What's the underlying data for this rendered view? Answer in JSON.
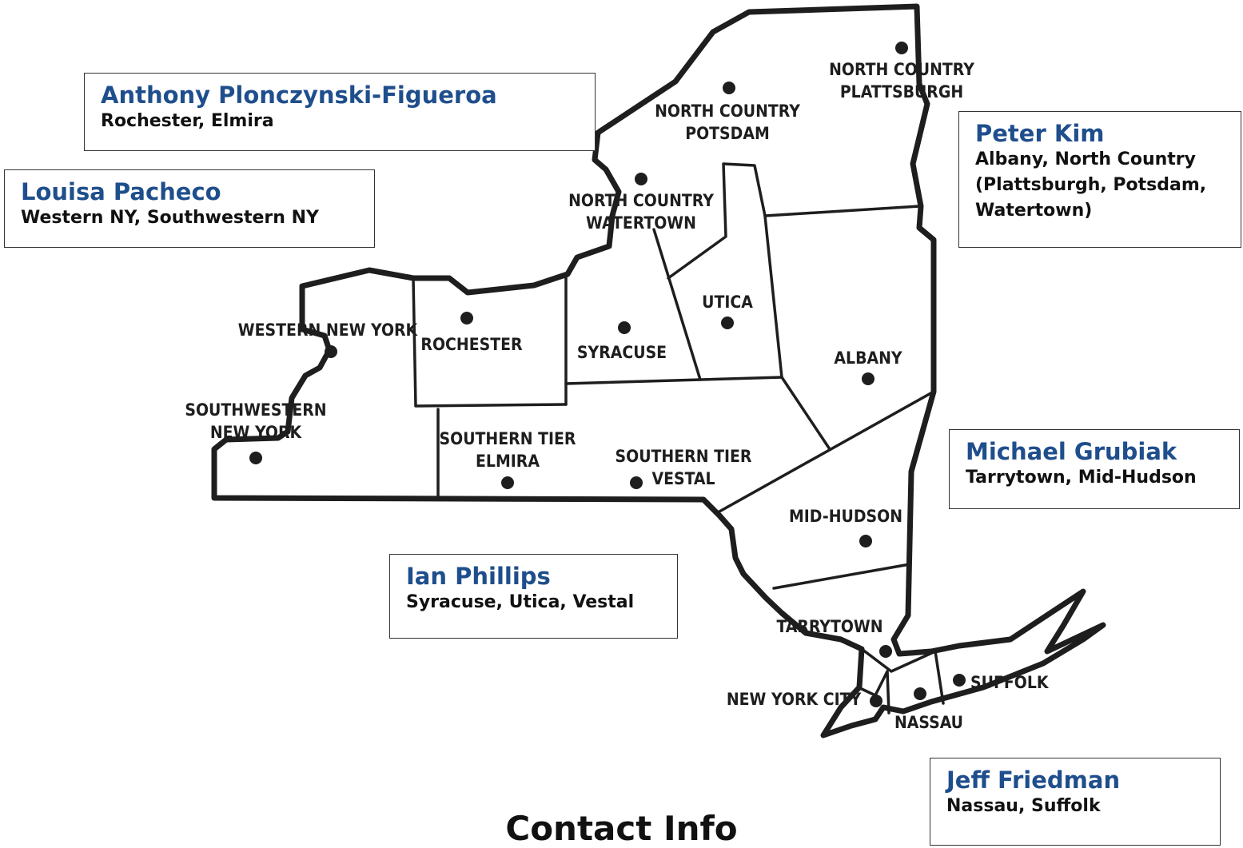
{
  "map": {
    "accent_color": "#1f4e8c",
    "regions": [
      {
        "id": "north-country-plattsburgh",
        "lines": [
          "NORTH COUNTRY",
          "PLATTSBURGH"
        ]
      },
      {
        "id": "north-country-potsdam",
        "lines": [
          "NORTH COUNTRY",
          "POTSDAM"
        ]
      },
      {
        "id": "north-country-watertown",
        "lines": [
          "NORTH COUNTRY",
          "WATERTOWN"
        ]
      },
      {
        "id": "western-new-york",
        "lines": [
          "WESTERN NEW YORK"
        ]
      },
      {
        "id": "rochester",
        "lines": [
          "ROCHESTER"
        ]
      },
      {
        "id": "syracuse",
        "lines": [
          "SYRACUSE"
        ]
      },
      {
        "id": "utica",
        "lines": [
          "UTICA"
        ]
      },
      {
        "id": "albany",
        "lines": [
          "ALBANY"
        ]
      },
      {
        "id": "southwestern-new-york",
        "lines": [
          "SOUTHWESTERN",
          "NEW YORK"
        ]
      },
      {
        "id": "southern-tier-elmira",
        "lines": [
          "SOUTHERN TIER",
          "ELMIRA"
        ]
      },
      {
        "id": "southern-tier-vestal",
        "lines": [
          "SOUTHERN TIER",
          "VESTAL"
        ]
      },
      {
        "id": "mid-hudson",
        "lines": [
          "MID-HUDSON"
        ]
      },
      {
        "id": "tarrytown",
        "lines": [
          "TARRYTOWN"
        ]
      },
      {
        "id": "new-york-city",
        "lines": [
          "NEW YORK CITY"
        ]
      },
      {
        "id": "nassau",
        "lines": [
          "NASSAU"
        ]
      },
      {
        "id": "suffolk",
        "lines": [
          "SUFFOLK"
        ]
      }
    ]
  },
  "contacts": [
    {
      "name": "Anthony Plonczynski-Figueroa",
      "areas": "Rochester, Elmira"
    },
    {
      "name": "Louisa Pacheco",
      "areas": "Western NY, Southwestern NY"
    },
    {
      "name": "Peter Kim",
      "areas": "Albany, North Country\n(Plattsburgh, Potsdam,\nWatertown)"
    },
    {
      "name": "Michael Grubiak",
      "areas": "Tarrytown, Mid-Hudson"
    },
    {
      "name": "Ian Phillips",
      "areas": "Syracuse, Utica, Vestal"
    },
    {
      "name": "Jeff Friedman",
      "areas": "Nassau, Suffolk"
    }
  ],
  "footer": {
    "title": "Contact Info"
  }
}
